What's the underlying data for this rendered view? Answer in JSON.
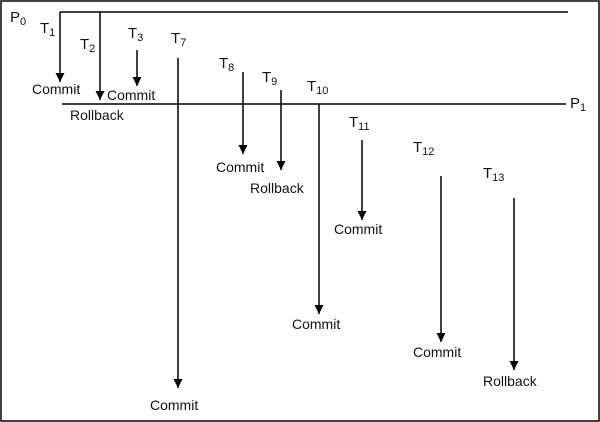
{
  "diagram": {
    "points": [
      {
        "letter": "P",
        "sub": "0"
      },
      {
        "letter": "P",
        "sub": "1"
      }
    ],
    "transactions": [
      {
        "letter": "T",
        "sub": "1",
        "outcome": "Commit"
      },
      {
        "letter": "T",
        "sub": "2",
        "outcome": "Rollback"
      },
      {
        "letter": "T",
        "sub": "3",
        "outcome": "Commit"
      },
      {
        "letter": "T",
        "sub": "7",
        "outcome": "Commit"
      },
      {
        "letter": "T",
        "sub": "8",
        "outcome": "Commit"
      },
      {
        "letter": "T",
        "sub": "9",
        "outcome": "Rollback"
      },
      {
        "letter": "T",
        "sub": "10",
        "outcome": "Commit"
      },
      {
        "letter": "T",
        "sub": "11",
        "outcome": "Commit"
      },
      {
        "letter": "T",
        "sub": "12",
        "outcome": "Commit"
      },
      {
        "letter": "T",
        "sub": "13",
        "outcome": "Rollback"
      }
    ]
  }
}
